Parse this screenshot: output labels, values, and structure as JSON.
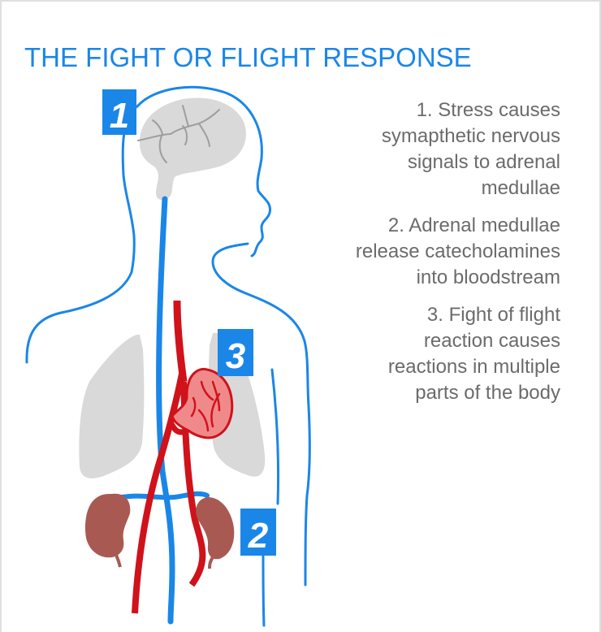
{
  "title": "THE FIGHT OR FLIGHT RESPONSE",
  "colors": {
    "accent_blue": "#1a86e8",
    "artery_red": "#d0121b",
    "heart_pink": "#f08a8a",
    "organ_gray": "#d9d9d9",
    "kidney_brown": "#a85a52",
    "text_gray": "#6b6b6b"
  },
  "badges": [
    {
      "label": "1",
      "marks": "brain"
    },
    {
      "label": "2",
      "marks": "adrenal-medullae"
    },
    {
      "label": "3",
      "marks": "heart"
    }
  ],
  "steps": [
    {
      "lines": [
        "1. Stress causes",
        "symapthetic nervous",
        "signals to adrenal",
        "medullae"
      ]
    },
    {
      "lines": [
        "2. Adrenal medullae",
        "release catecholamines",
        "into bloodstream"
      ]
    },
    {
      "lines": [
        "3. Fight of flight",
        "reaction causes",
        "reactions in multiple",
        "parts of the body"
      ]
    }
  ]
}
